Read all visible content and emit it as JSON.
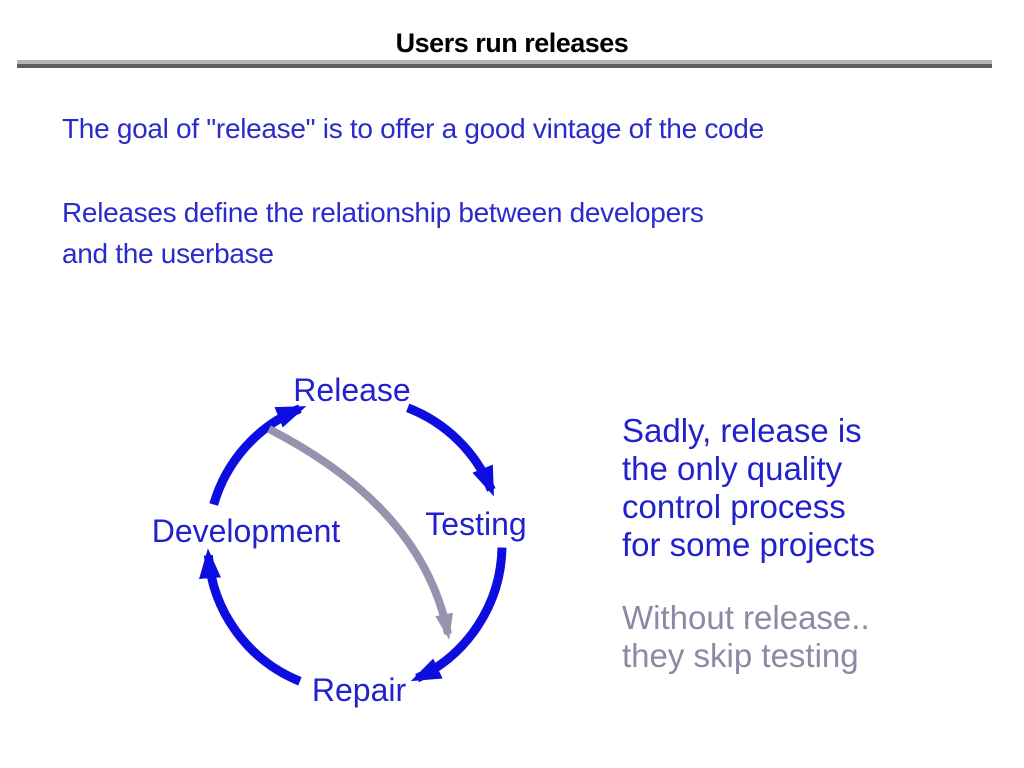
{
  "slide": {
    "title": "Users run releases",
    "intro": "The goal of \"release\" is to offer a good vintage of the code",
    "body_line1": "Releases define the relationship between developers",
    "body_line2": "and the userbase"
  },
  "diagram": {
    "nodes": [
      {
        "id": "release",
        "label": "Release"
      },
      {
        "id": "testing",
        "label": "Testing"
      },
      {
        "id": "development",
        "label": "Development"
      },
      {
        "id": "repair",
        "label": "Repair"
      }
    ],
    "cycle_edges": [
      {
        "from": "Release",
        "to": "Testing"
      },
      {
        "from": "Testing",
        "to": "Repair"
      },
      {
        "from": "Repair",
        "to": "Development"
      },
      {
        "from": "Development",
        "to": "Release"
      }
    ],
    "shortcut_edge": {
      "from": "Release",
      "to": "Repair"
    }
  },
  "notes": {
    "quality_lines": [
      "Sadly, release is",
      "the only quality",
      "control process",
      "for some projects"
    ],
    "skip_lines": [
      "Without release..",
      "they skip testing"
    ]
  },
  "colors": {
    "body_text_blue": "#2b2bcd",
    "label_blue": "#2222cc",
    "arrow_blue": "#0d0de0",
    "note_gray": "#8a8aa6",
    "arrow_gray": "#9494ae",
    "title_black": "#000000",
    "divider_light": "#b3b3b3",
    "divider_dark": "#5e5e5e"
  }
}
